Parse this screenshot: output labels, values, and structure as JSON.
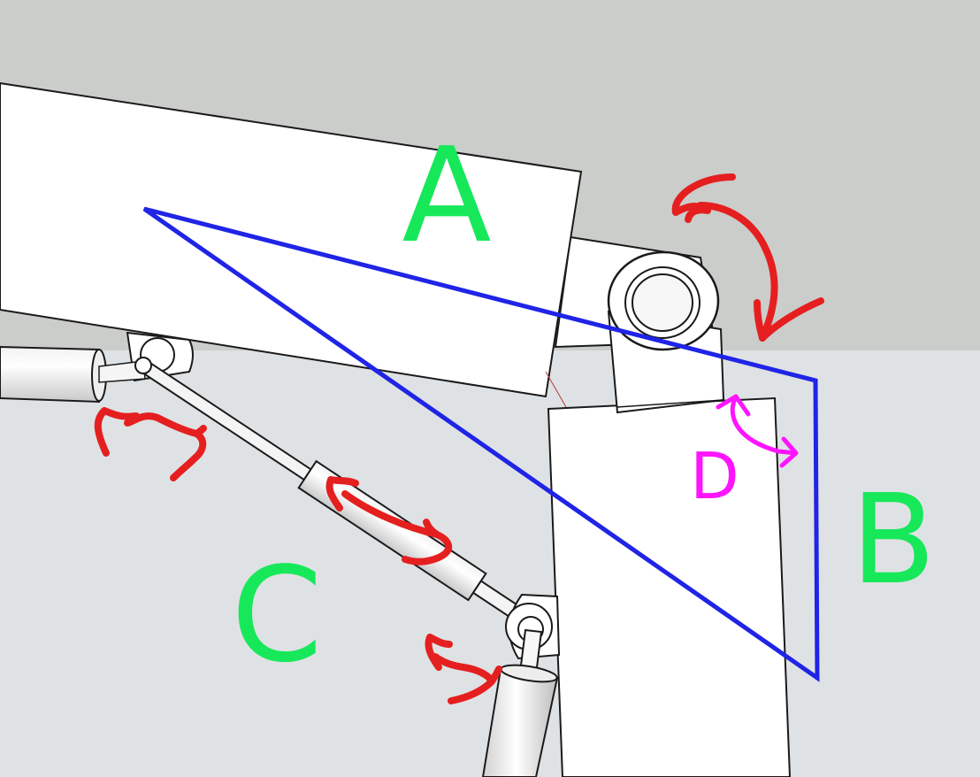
{
  "labels": {
    "a": "A",
    "b": "B",
    "c": "C",
    "d": "D"
  },
  "colors": {
    "sky": "#cbcdca",
    "ground": "#dfe2e4",
    "part_fill": "#ffffff",
    "outline": "#1a1a1a",
    "label_green": "#17e85a",
    "label_magenta": "#ff14ff",
    "triangle_blue": "#1f24e6",
    "arrow_red": "#e51f1f"
  }
}
